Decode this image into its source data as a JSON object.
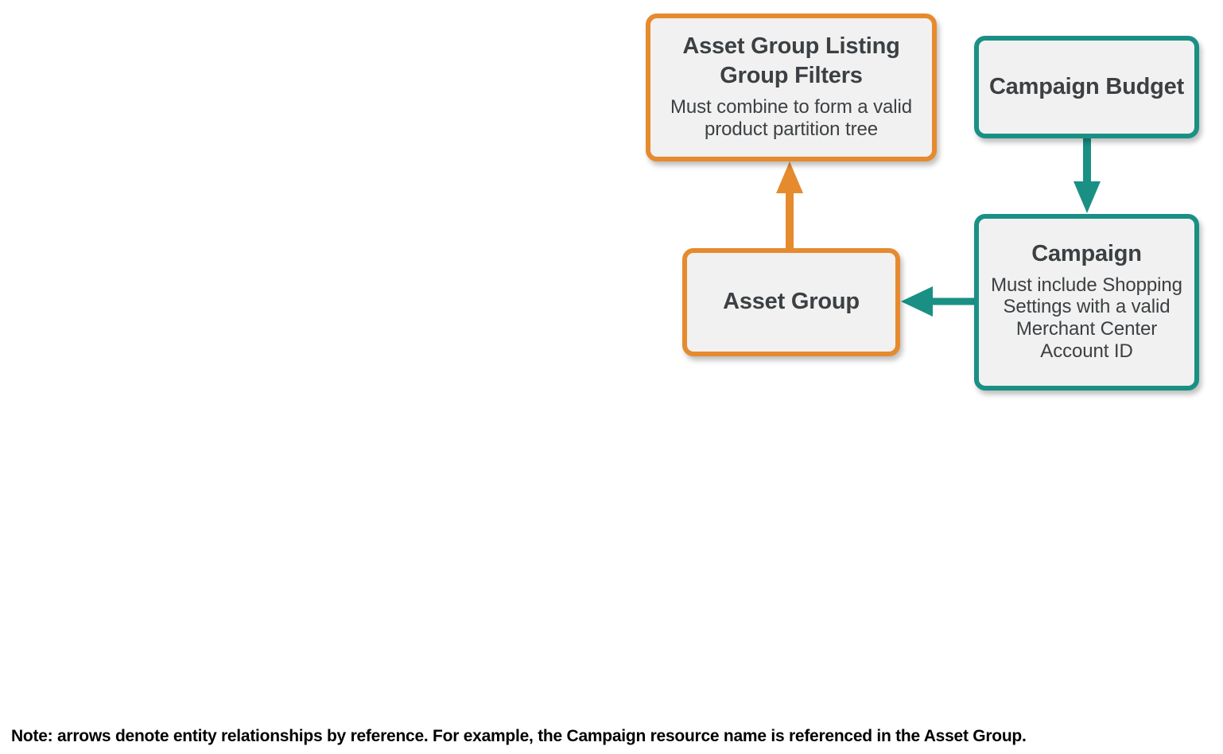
{
  "diagram": {
    "type": "entity-relationship",
    "colors": {
      "orange": "#e68a2e",
      "teal": "#1a9085",
      "node_fill": "#f1f1f1",
      "text": "#3c4043",
      "background": "#ffffff",
      "note_text": "#000000"
    },
    "nodes": [
      {
        "id": "asset-group-listing-group-filters",
        "title": "Asset Group Listing Group Filters",
        "subtitle": "Must combine to form a valid product partition tree",
        "color": "orange"
      },
      {
        "id": "campaign-budget",
        "title": "Campaign Budget",
        "subtitle": "",
        "color": "teal"
      },
      {
        "id": "asset-group",
        "title": "Asset Group",
        "subtitle": "",
        "color": "orange"
      },
      {
        "id": "campaign",
        "title": "Campaign",
        "subtitle": "Must include Shopping Settings with a valid Merchant Center Account ID",
        "color": "teal"
      }
    ],
    "edges": [
      {
        "id": "asset-group-to-filters",
        "from": "asset-group",
        "to": "asset-group-listing-group-filters",
        "direction": "up",
        "color": "orange"
      },
      {
        "id": "campaign-budget-to-campaign",
        "from": "campaign-budget",
        "to": "campaign",
        "direction": "down",
        "color": "teal"
      },
      {
        "id": "campaign-to-asset-group",
        "from": "campaign",
        "to": "asset-group",
        "direction": "left",
        "color": "teal"
      }
    ]
  },
  "footer": {
    "note": "Note: arrows denote entity relationships by reference. For example, the Campaign resource name is referenced in the Asset Group."
  }
}
